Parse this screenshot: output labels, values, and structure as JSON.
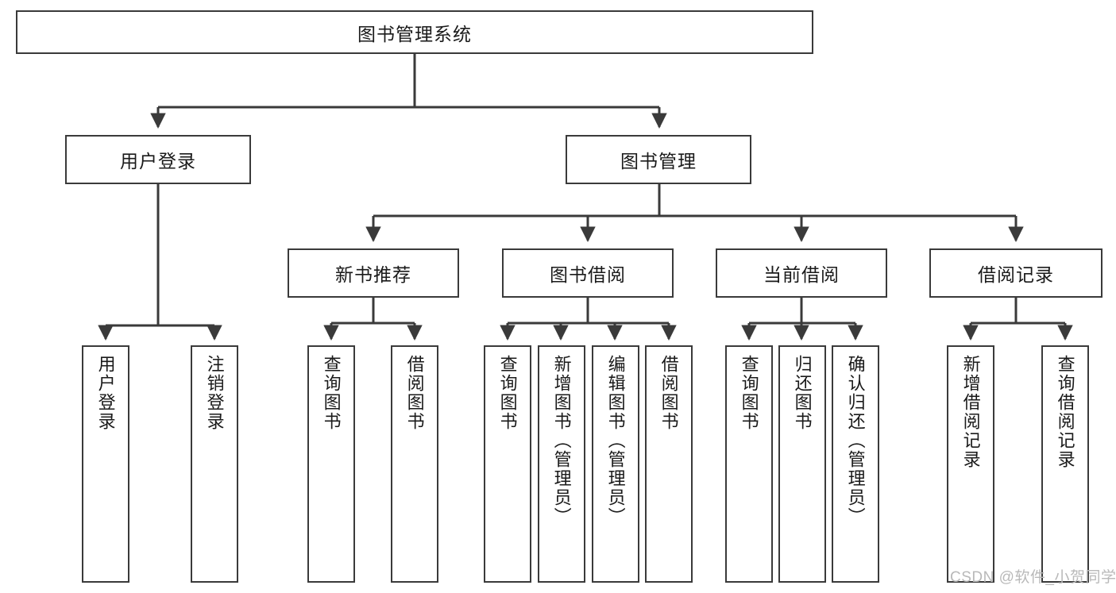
{
  "diagram": {
    "type": "tree-hierarchy",
    "title": "图书管理系统",
    "root": {
      "id": "root",
      "label": "图书管理系统",
      "orientation": "horizontal"
    },
    "level2": [
      {
        "id": "user-login",
        "label": "用户登录",
        "orientation": "horizontal"
      },
      {
        "id": "book-manage",
        "label": "图书管理",
        "orientation": "horizontal"
      }
    ],
    "level3": [
      {
        "id": "new-book-recommend",
        "label": "新书推荐",
        "orientation": "horizontal",
        "parent": "book-manage"
      },
      {
        "id": "book-borrow",
        "label": "图书借阅",
        "orientation": "horizontal",
        "parent": "book-manage"
      },
      {
        "id": "current-borrow",
        "label": "当前借阅",
        "orientation": "horizontal",
        "parent": "book-manage"
      },
      {
        "id": "borrow-record",
        "label": "借阅记录",
        "orientation": "horizontal",
        "parent": "book-manage"
      }
    ],
    "leaves": {
      "user_login": [
        {
          "id": "leaf-user-login",
          "label": "用户登录"
        },
        {
          "id": "leaf-user-logout",
          "label": "注销登录"
        }
      ],
      "new_book_recommend": [
        {
          "id": "leaf-query-book-1",
          "label": "查询图书"
        },
        {
          "id": "leaf-borrow-book-1",
          "label": "借阅图书"
        }
      ],
      "book_borrow": [
        {
          "id": "leaf-query-book-2",
          "label": "查询图书"
        },
        {
          "id": "leaf-add-book",
          "label": "新增图书（管理员）"
        },
        {
          "id": "leaf-edit-book",
          "label": "编辑图书（管理员）"
        },
        {
          "id": "leaf-borrow-book-2",
          "label": "借阅图书"
        }
      ],
      "current_borrow": [
        {
          "id": "leaf-query-book-3",
          "label": "查询图书"
        },
        {
          "id": "leaf-return-book",
          "label": "归还图书"
        },
        {
          "id": "leaf-confirm-return",
          "label": "确认归还（管理员）"
        }
      ],
      "borrow_record": [
        {
          "id": "leaf-add-record",
          "label": "新增借阅记录"
        },
        {
          "id": "leaf-query-record",
          "label": "查询借阅记录"
        }
      ]
    }
  },
  "watermark": {
    "text": "CSDN @软件_小贺同学"
  },
  "colors": {
    "border": "#3a3a3a",
    "background": "#ffffff",
    "text": "#1a1a1a",
    "watermark": "#b9b9b9"
  }
}
